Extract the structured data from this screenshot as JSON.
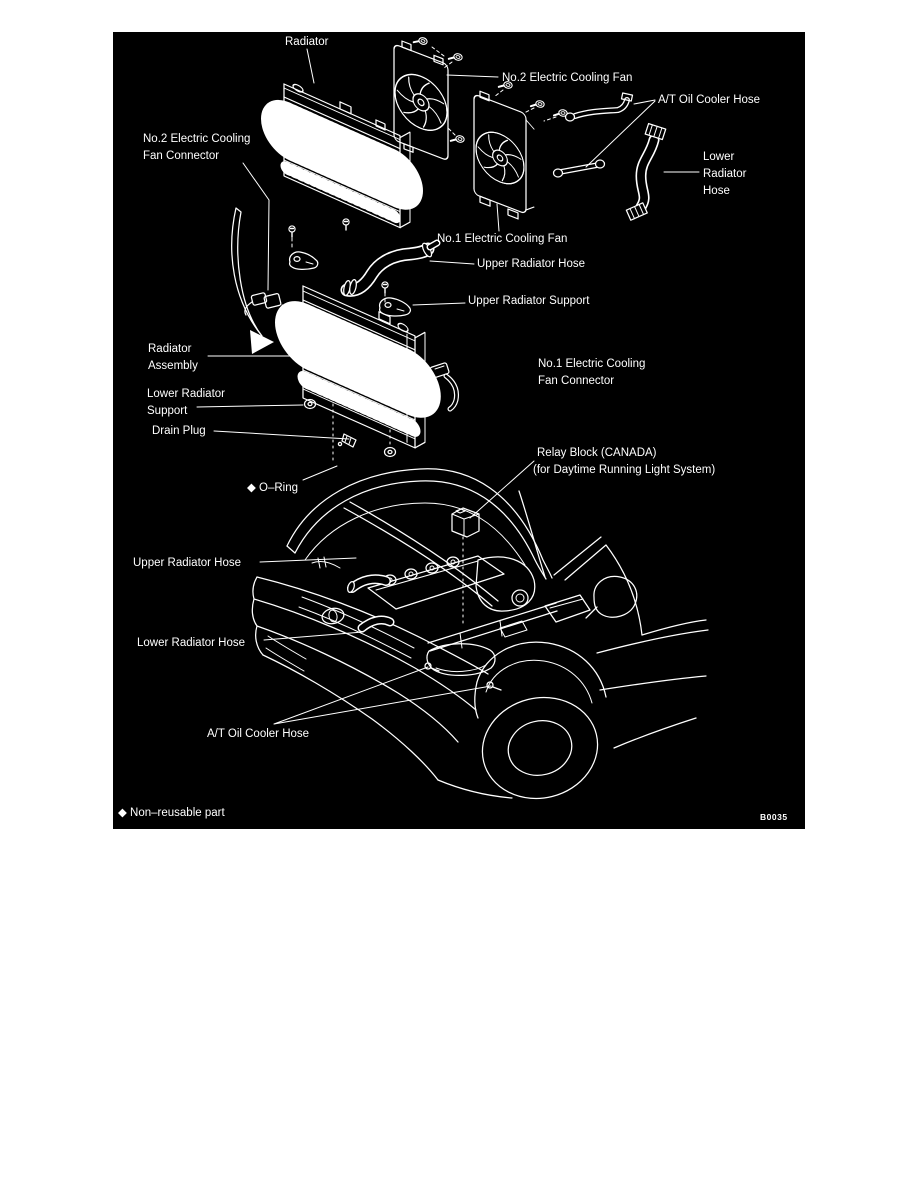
{
  "figure": {
    "code": "B0035",
    "footnote": "◆ Non–reusable part"
  },
  "colors": {
    "page_bg": "#ffffff",
    "diagram_bg": "#000000",
    "line_color": "#ffffff"
  },
  "labels": {
    "radiator": "Radiator",
    "no2_fan": "No.2 Electric Cooling Fan",
    "at_oil_cooler_hose": "A/T Oil Cooler Hose",
    "lower_radiator_hose_part": {
      "lines": [
        "Lower",
        "Radiator",
        "Hose"
      ]
    },
    "no2_fan_connector": {
      "lines": [
        "No.2 Electric Cooling",
        "Fan Connector"
      ]
    },
    "no1_fan": "No.1 Electric Cooling Fan",
    "upper_radiator_hose_part": "Upper Radiator Hose",
    "upper_radiator_support": "Upper Radiator Support",
    "radiator_assembly": {
      "lines": [
        "Radiator",
        "Assembly"
      ]
    },
    "no1_fan_connector": {
      "lines": [
        "No.1 Electric Cooling",
        "Fan Connector"
      ]
    },
    "lower_radiator_support": {
      "lines": [
        "Lower Radiator",
        "Support"
      ]
    },
    "drain_plug": "Drain Plug",
    "o_ring": "◆ O–Ring",
    "relay_block": {
      "lines": [
        "Relay Block (CANADA)",
        "(for Daytime Running Light System)"
      ]
    },
    "upper_radiator_hose_car": "Upper Radiator Hose",
    "lower_radiator_hose_car": "Lower Radiator Hose",
    "at_oil_cooler_hose_car": "A/T Oil Cooler Hose"
  }
}
